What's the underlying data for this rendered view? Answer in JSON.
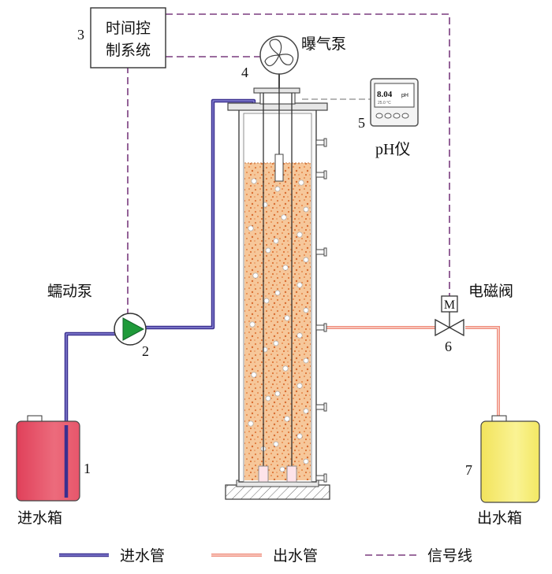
{
  "components": {
    "timer": {
      "number": "3",
      "line1": "时间控",
      "line2": "制系统"
    },
    "air_pump": {
      "number": "4",
      "label": "曝气泵"
    },
    "ph_meter": {
      "number": "5",
      "label": "pH仪",
      "display_value": "8.04",
      "display_unit": "pH",
      "display_sub": "25.0 °C"
    },
    "peristaltic_pump": {
      "number": "2",
      "label": "蠕动泵"
    },
    "solenoid_valve": {
      "number": "6",
      "label": "电磁阀",
      "symbol": "M"
    },
    "inlet_tank": {
      "number": "1",
      "label": "进水箱"
    },
    "outlet_tank": {
      "number": "7",
      "label": "出水箱"
    }
  },
  "legend": {
    "items": [
      {
        "label": "进水管",
        "color": "#3a2f8f"
      },
      {
        "label": "出水管",
        "color": "#f0998a"
      },
      {
        "label": "信号线",
        "color": "#7a3b7f"
      }
    ]
  },
  "colors": {
    "inlet_pipe": "#3a2f8f",
    "outlet_pipe": "#f0998a",
    "signal_line": "#7a3b7f",
    "pump_green": "#1f9a3a",
    "packing_orange": "#f3b079",
    "inlet_water": "#e8546a",
    "outlet_water": "#f6ee6e"
  }
}
